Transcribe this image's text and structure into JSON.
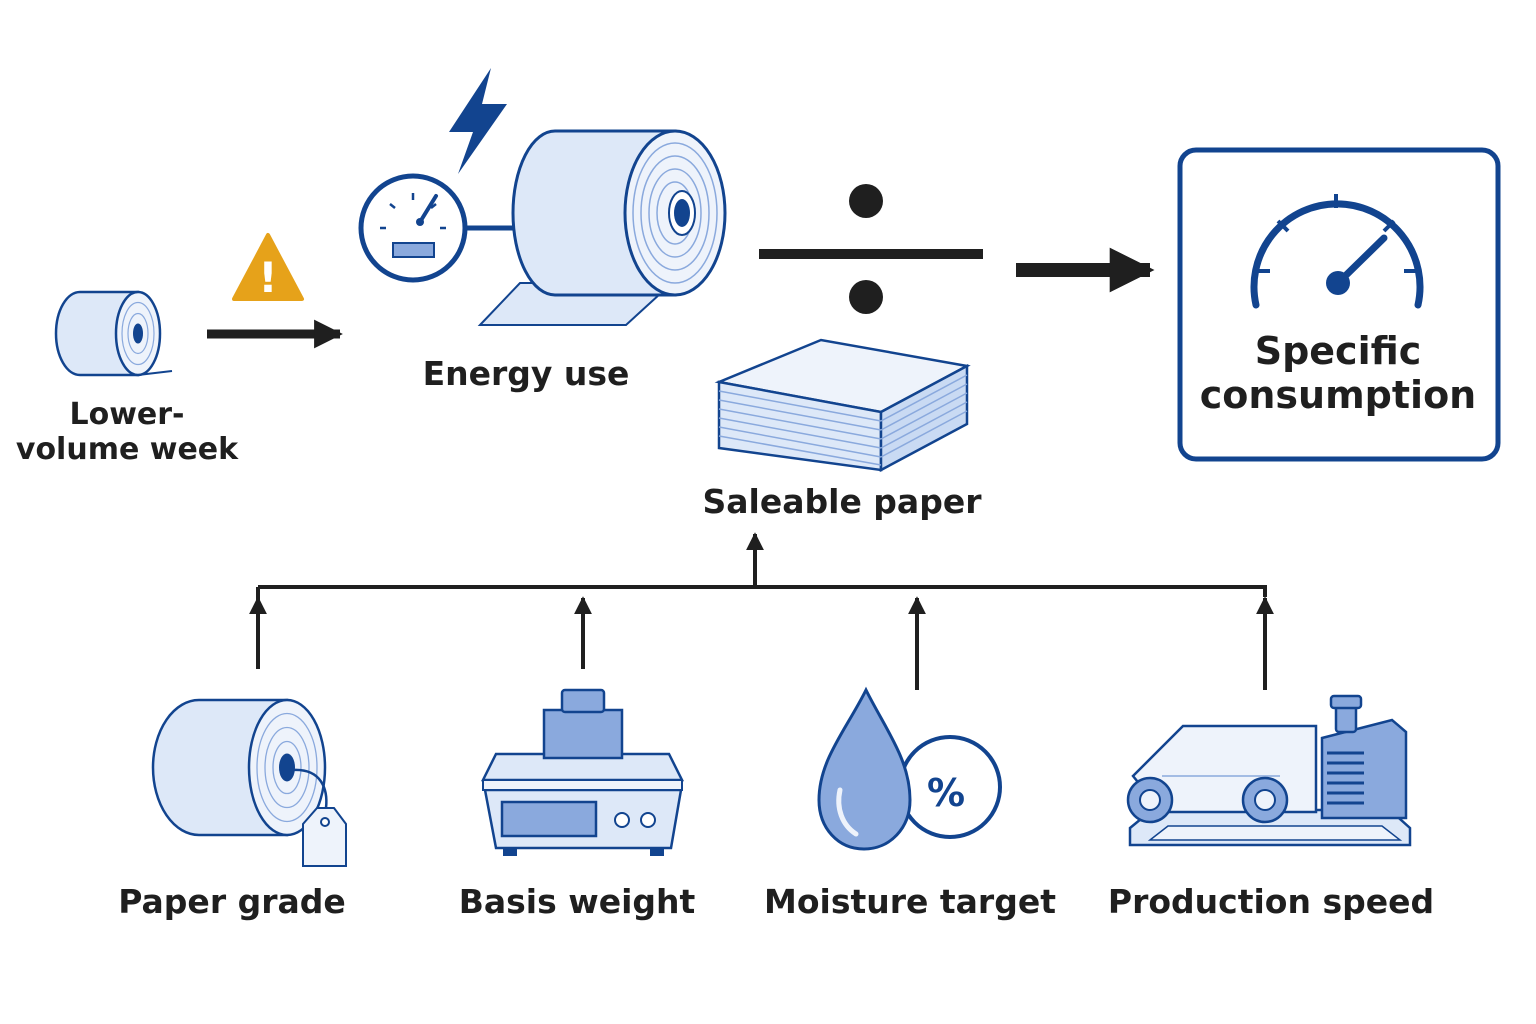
{
  "nodes": {
    "lower_volume_week": "Lower-volume week",
    "energy_use": "Energy use",
    "saleable_paper": "Saleable paper",
    "specific_consumption": "Specific consumption"
  },
  "factors": {
    "paper_grade": "Paper grade",
    "basis_weight": "Basis weight",
    "moisture_target": "Moisture target",
    "production_speed": "Production speed"
  },
  "symbols": {
    "warning": "!",
    "percent": "%"
  },
  "icons": [
    "paper-roll-icon",
    "warning-icon",
    "lightning-icon",
    "energy-meter-icon",
    "divide-icon",
    "paper-stack-icon",
    "speedometer-icon",
    "tagged-roll-icon",
    "weighing-scale-icon",
    "water-drop-icon",
    "paper-machine-icon"
  ],
  "colors": {
    "primary": "#12448f",
    "fill_light": "#dde8f8",
    "fill_mid": "#8aa9dd",
    "warning": "#e6a21a",
    "arrow": "#1f1f1f"
  }
}
